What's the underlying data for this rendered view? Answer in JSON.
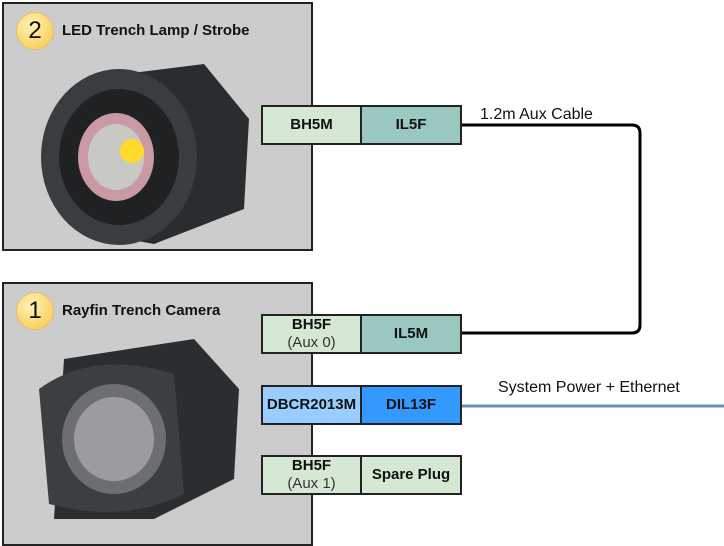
{
  "lamp_panel": {
    "number": "2",
    "title": "LED Trench Lamp / Strobe"
  },
  "camera_panel": {
    "number": "1",
    "title": "Rayfin Trench Camera"
  },
  "lamp_connectors": {
    "bulkhead": "BH5M",
    "inline": "IL5F"
  },
  "camera_connectors": [
    {
      "bulkhead": "BH5F",
      "note": "(Aux 0)",
      "inline": "IL5M"
    },
    {
      "bulkhead": "DBCR2013M",
      "inline": "DIL13F"
    },
    {
      "bulkhead": "BH5F",
      "note": "(Aux 1)",
      "inline": "Spare Plug"
    }
  ],
  "cables": {
    "aux": "1.2m Aux Cable",
    "system": "System Power + Ethernet"
  },
  "colors": {
    "light_green": "#d5e8d4",
    "teal": "#9ac7bf",
    "light_blue": "#99ccff",
    "blue": "#3399ff",
    "system_line": "#6c8ebf",
    "panel": "#cccccc"
  }
}
